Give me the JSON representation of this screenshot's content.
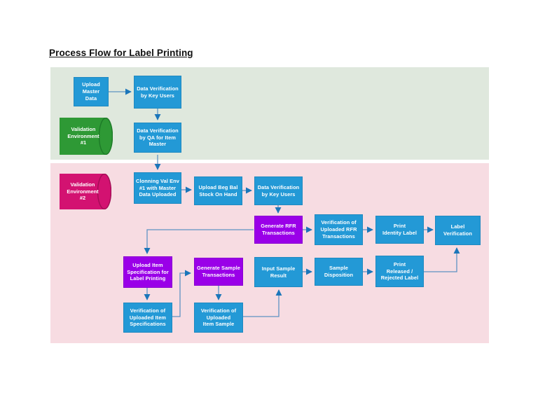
{
  "page": {
    "title": "Process Flow for Label Printing"
  },
  "colors": {
    "process_blue": "#2399d6",
    "action_purple": "#9a00e8",
    "storage_green": "#2e9935",
    "storage_green_edge": "#1d7a28",
    "storage_magenta": "#d31271",
    "storage_magenta_edge": "#a30d55",
    "region_green_bg": "#dfe8dd",
    "region_pink_bg": "#f7dce2",
    "connector_line": "#5e93c3",
    "connector_arrowhead": "#1b76ba"
  },
  "diagram": {
    "regions": [
      {
        "id": "validation-env-1-region",
        "color": "#dfe8dd"
      },
      {
        "id": "validation-env-2-region",
        "color": "#f7dce2"
      }
    ],
    "nodes": [
      {
        "id": "upload-master-data",
        "label": "Upload\nMaster\nData",
        "shape": "process",
        "color": "blue"
      },
      {
        "id": "data-verification-key-users-1",
        "label": "Data Verification\nby Key Users",
        "shape": "process",
        "color": "blue"
      },
      {
        "id": "validation-environment-1",
        "label": "Validation\nEnvironment\n#1",
        "shape": "storage-cylinder",
        "color": "green"
      },
      {
        "id": "data-verification-qa-item-master",
        "label": "Data Verification\nby QA for Item\nMaster",
        "shape": "process",
        "color": "blue"
      },
      {
        "id": "validation-environment-2",
        "label": "Validation\nEnvironment\n#2",
        "shape": "storage-cylinder",
        "color": "magenta"
      },
      {
        "id": "clonning-val-env",
        "label": "Clonning Val Env\n#1 with Master\nData Uploaded",
        "shape": "process",
        "color": "blue"
      },
      {
        "id": "upload-beg-bal",
        "label": "Upload Beg Bal\nStock On Hand",
        "shape": "process",
        "color": "blue"
      },
      {
        "id": "data-verification-key-users-2",
        "label": "Data Verification\nby Key Users",
        "shape": "process",
        "color": "blue"
      },
      {
        "id": "generate-rfr-transactions",
        "label": "Generate RFR\nTransactions",
        "shape": "process",
        "color": "purple"
      },
      {
        "id": "verification-uploaded-rfr",
        "label": "Verification of\nUploaded RFR\nTransactions",
        "shape": "process",
        "color": "blue"
      },
      {
        "id": "print-identity-label",
        "label": "Print\nIdentity Label",
        "shape": "process",
        "color": "blue"
      },
      {
        "id": "label-verification",
        "label": "Label\nVerification",
        "shape": "process",
        "color": "blue"
      },
      {
        "id": "upload-item-specification",
        "label": "Upload Item\nSpecification for\nLabel Printing",
        "shape": "process",
        "color": "purple"
      },
      {
        "id": "generate-sample-transactions",
        "label": "Generate Sample\nTransactions",
        "shape": "process",
        "color": "purple"
      },
      {
        "id": "input-sample-result",
        "label": "Input Sample\nResult",
        "shape": "process",
        "color": "blue"
      },
      {
        "id": "sample-disposition",
        "label": "Sample\nDisposition",
        "shape": "process",
        "color": "blue"
      },
      {
        "id": "print-released-rejected-label",
        "label": "Print\nReleased /\nRejected Label",
        "shape": "process",
        "color": "blue"
      },
      {
        "id": "verification-uploaded-item-specifications",
        "label": "Verification of\nUploaded Item\nSpecifications",
        "shape": "process",
        "color": "blue"
      },
      {
        "id": "verification-uploaded-item-sample",
        "label": "Verification of\nUploaded\nItem Sample",
        "shape": "process",
        "color": "blue"
      }
    ],
    "edges": [
      {
        "from": "upload-master-data",
        "to": "data-verification-key-users-1"
      },
      {
        "from": "data-verification-key-users-1",
        "to": "data-verification-qa-item-master"
      },
      {
        "from": "data-verification-qa-item-master",
        "to": "clonning-val-env"
      },
      {
        "from": "clonning-val-env",
        "to": "upload-beg-bal"
      },
      {
        "from": "upload-beg-bal",
        "to": "data-verification-key-users-2"
      },
      {
        "from": "data-verification-key-users-2",
        "to": "generate-rfr-transactions"
      },
      {
        "from": "generate-rfr-transactions",
        "to": "verification-uploaded-rfr"
      },
      {
        "from": "verification-uploaded-rfr",
        "to": "print-identity-label"
      },
      {
        "from": "print-identity-label",
        "to": "label-verification"
      },
      {
        "from": "generate-rfr-transactions",
        "to": "upload-item-specification"
      },
      {
        "from": "upload-item-specification",
        "to": "verification-uploaded-item-specifications"
      },
      {
        "from": "verification-uploaded-item-specifications",
        "to": "generate-sample-transactions"
      },
      {
        "from": "generate-sample-transactions",
        "to": "verification-uploaded-item-sample"
      },
      {
        "from": "verification-uploaded-item-sample",
        "to": "input-sample-result"
      },
      {
        "from": "input-sample-result",
        "to": "sample-disposition"
      },
      {
        "from": "sample-disposition",
        "to": "print-released-rejected-label"
      },
      {
        "from": "print-released-rejected-label",
        "to": "label-verification"
      }
    ]
  }
}
